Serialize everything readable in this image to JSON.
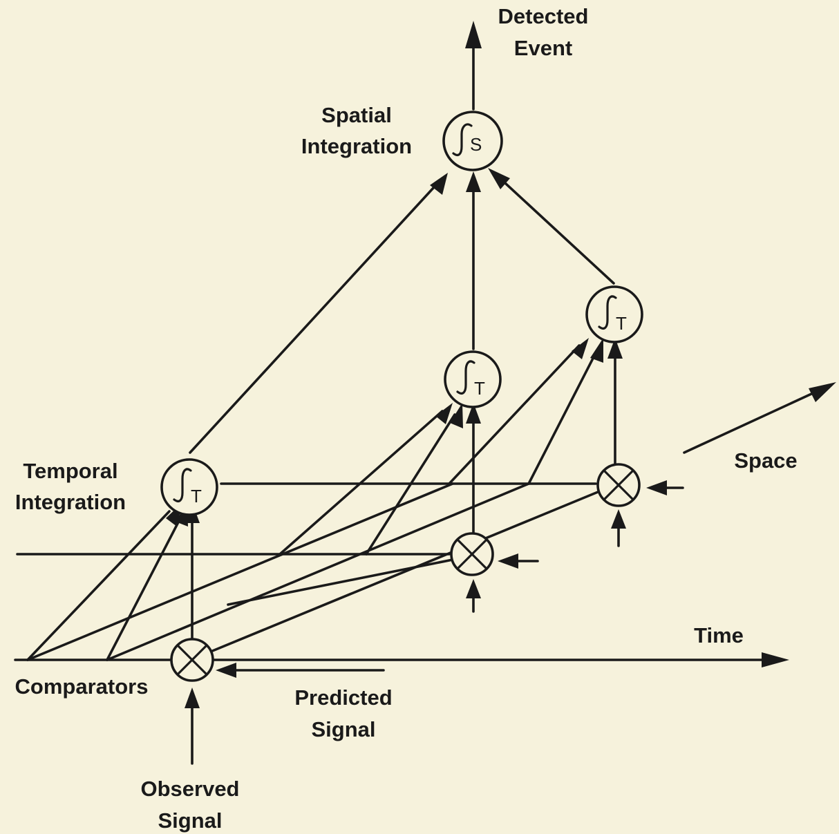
{
  "labels": {
    "detected_event_line1": "Detected",
    "detected_event_line2": "Event",
    "spatial_integration_line1": "Spatial",
    "spatial_integration_line2": "Integration",
    "temporal_integration_line1": "Temporal",
    "temporal_integration_line2": "Integration",
    "space": "Space",
    "time": "Time",
    "comparators": "Comparators",
    "predicted_signal_line1": "Predicted",
    "predicted_signal_line2": "Signal",
    "observed_signal_line1": "Observed",
    "observed_signal_line2": "Signal"
  },
  "nodes": {
    "spatial_integrator_letter": "S",
    "temporal_integrator_letter": "T"
  },
  "colors": {
    "background": "#f6f2dc",
    "ink": "#1a1a1a"
  }
}
